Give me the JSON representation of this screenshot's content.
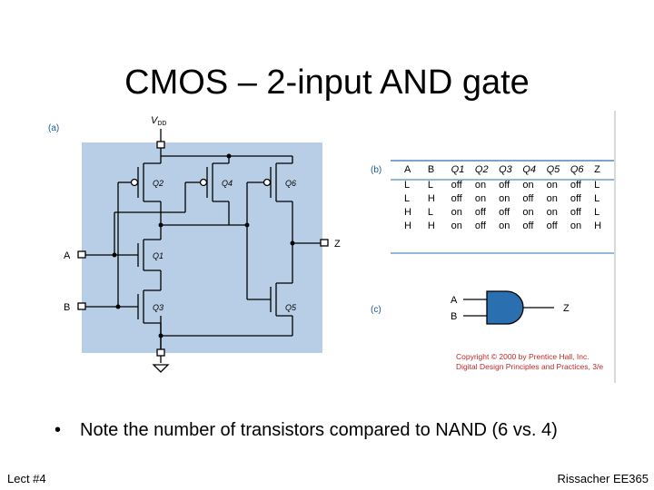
{
  "slide": {
    "title": "CMOS – 2-input AND gate",
    "bullet": "Note the number of transistors compared to NAND (6 vs. 4)",
    "footer_left": "Lect #4",
    "footer_right": "Rissacher EE365"
  },
  "figure": {
    "panel_a": "(a)",
    "panel_b": "(b)",
    "panel_c": "(c)",
    "vdd": "V",
    "vdd_sub": "DD",
    "input_a": "A",
    "input_b": "B",
    "output_z": "Z",
    "transistors": [
      "Q2",
      "Q4",
      "Q6",
      "Q1",
      "Q3",
      "Q5"
    ],
    "gate_input_a": "A",
    "gate_input_b": "B",
    "gate_output": "Z",
    "copyright_line1": "Copyright © 2000 by Prentice Hall, Inc.",
    "copyright_line2": "Digital Design Principles and Practices, 3/e",
    "colors": {
      "schematic_bg": "#b8cde6",
      "accent_line": "#2a6fb0",
      "copyright": "#c0282a"
    }
  },
  "truth_table": {
    "headers": [
      "A",
      "B",
      "Q1",
      "Q2",
      "Q3",
      "Q4",
      "Q5",
      "Q6",
      "Z"
    ],
    "rows": [
      [
        "L",
        "L",
        "off",
        "on",
        "off",
        "on",
        "on",
        "off",
        "L"
      ],
      [
        "L",
        "H",
        "off",
        "on",
        "on",
        "off",
        "on",
        "off",
        "L"
      ],
      [
        "H",
        "L",
        "on",
        "off",
        "off",
        "on",
        "on",
        "off",
        "L"
      ],
      [
        "H",
        "H",
        "on",
        "off",
        "on",
        "off",
        "off",
        "on",
        "H"
      ]
    ]
  }
}
